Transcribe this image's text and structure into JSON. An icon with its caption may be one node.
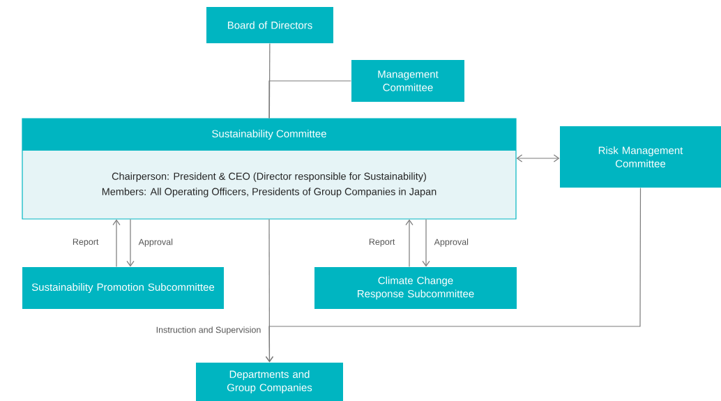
{
  "diagram": {
    "nodes": [
      {
        "text": [
          "Board of Directors"
        ]
      },
      {
        "text": [
          "Management Committee"
        ]
      },
      {
        "text": [
          "Sustainability Committee",
          "Chairperson: President & CEO (Director responsible for Sustainability)",
          "Members: All Operating Officers, Presidents of Group Companies in Japan"
        ]
      },
      {
        "text": [
          "Risk Management Committee"
        ]
      },
      {
        "text": [
          "Sustainability Promotion Subcommittee"
        ]
      },
      {
        "text": [
          "Climate Change Response Subcommittee"
        ]
      },
      {
        "text": [
          "Departments and Group Companies"
        ]
      }
    ],
    "edges": [
      {
        "from": 0,
        "to": 2,
        "arrow": "none"
      },
      {
        "from": 1,
        "to": 2,
        "arrow": "none"
      },
      {
        "from": 2,
        "to": 3,
        "arrow": "both"
      },
      {
        "from": 4,
        "to": 2,
        "arrow": "to",
        "label": "Report"
      },
      {
        "from": 2,
        "to": 4,
        "arrow": "to",
        "label": "Approval"
      },
      {
        "from": 5,
        "to": 2,
        "arrow": "to",
        "label": "Report"
      },
      {
        "from": 2,
        "to": 5,
        "arrow": "to",
        "label": "Approval"
      },
      {
        "from": 2,
        "to": 6,
        "arrow": "to",
        "label": "Instruction and Supervision"
      },
      {
        "from": 3,
        "to": 6,
        "arrow": "to"
      }
    ]
  }
}
